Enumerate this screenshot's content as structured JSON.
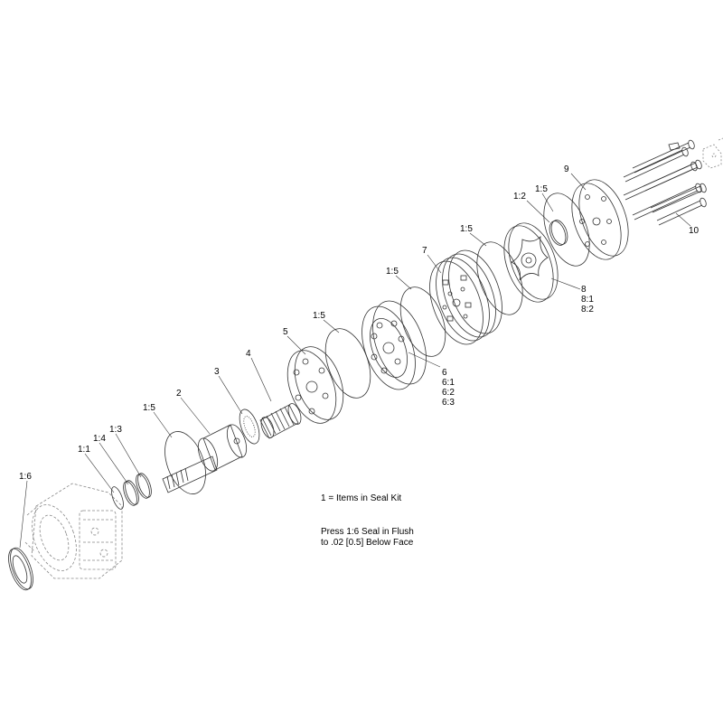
{
  "callouts": {
    "seal_1_6": "1:6",
    "oring_1_1": "1:1",
    "ring_1_4": "1:4",
    "ring_1_3": "1:3",
    "oring_1_5_a": "1:5",
    "shaft_2": "2",
    "bearing_3": "3",
    "drive_4": "4",
    "plate_5": "5",
    "oring_1_5_b": "1:5",
    "manifold_6": "6",
    "manifold_6_1": "6:1",
    "manifold_6_2": "6:2",
    "manifold_6_3": "6:3",
    "oring_1_5_c": "1:5",
    "gerotor_7": "7",
    "oring_1_5_d": "1:5",
    "valve_8": "8",
    "valve_8_1": "8:1",
    "valve_8_2": "8:2",
    "seal_1_2": "1:2",
    "oring_1_5_e": "1:5",
    "endcap_9": "9",
    "bolts_10": "10"
  },
  "notes": {
    "seal_kit": "1 = Items in Seal Kit",
    "press_line1": "Press 1:6 Seal in Flush",
    "press_line2": "to .02 [0.5] Below Face"
  }
}
